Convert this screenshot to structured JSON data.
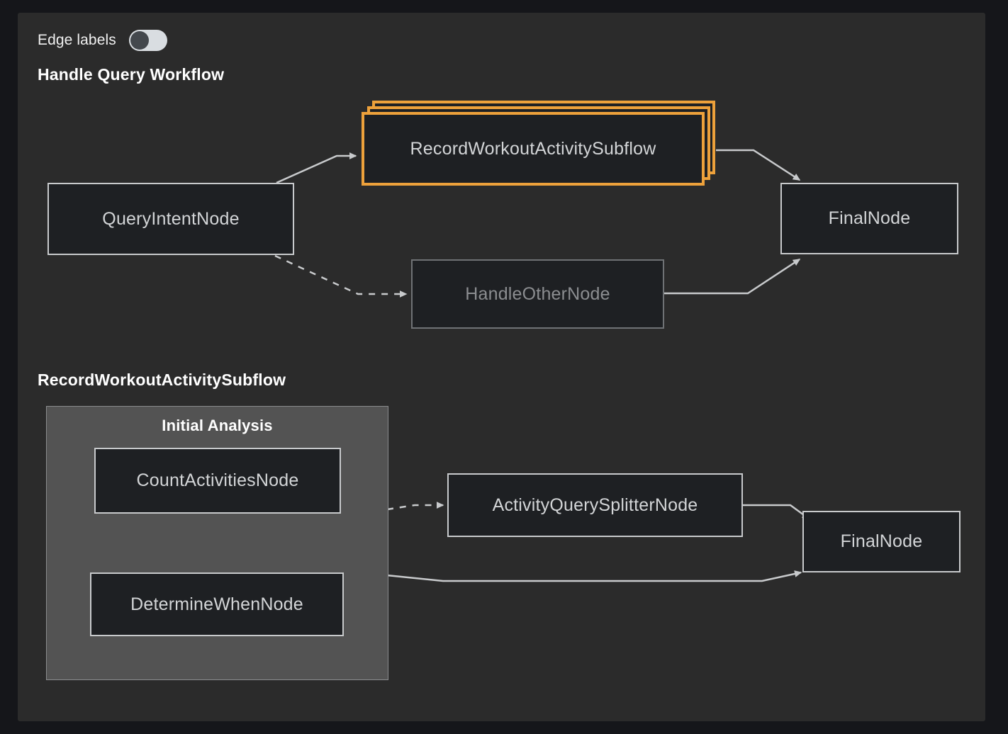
{
  "toolbar": {
    "edge_labels_label": "Edge labels",
    "edge_labels_state": "off"
  },
  "colors": {
    "page_background": "#15161a",
    "panel_background": "#2b2b2b",
    "node_fill": "#1e2023",
    "node_border": "#c8cacc",
    "node_text": "#d3d5d7",
    "node_dim_border": "#6f7275",
    "node_dim_text": "#8b8d90",
    "highlight_orange": "#eda13b",
    "cluster_fill": "#535353",
    "cluster_border": "#8a8c8e",
    "edge_stroke": "#c8cacc",
    "title_text": "#ffffff"
  },
  "sections": [
    {
      "title": "Handle Query Workflow",
      "nodes": [
        {
          "id": "query-intent-node",
          "label": "QueryIntentNode"
        },
        {
          "id": "record-workout-activity-subflow",
          "label": "RecordWorkoutActivitySubflow"
        },
        {
          "id": "handle-other-node",
          "label": "HandleOtherNode"
        },
        {
          "id": "final-node",
          "label": "FinalNode"
        }
      ],
      "edges": [
        {
          "from": "QueryIntentNode",
          "to": "RecordWorkoutActivitySubflow",
          "style": "solid"
        },
        {
          "from": "QueryIntentNode",
          "to": "HandleOtherNode",
          "style": "dashed"
        },
        {
          "from": "RecordWorkoutActivitySubflow",
          "to": "FinalNode",
          "style": "solid"
        },
        {
          "from": "HandleOtherNode",
          "to": "FinalNode",
          "style": "solid"
        }
      ]
    },
    {
      "title": "RecordWorkoutActivitySubflow",
      "cluster_label": "Initial Analysis",
      "nodes": [
        {
          "id": "count-activities-node",
          "label": "CountActivitiesNode"
        },
        {
          "id": "determine-when-node",
          "label": "DetermineWhenNode"
        },
        {
          "id": "activity-query-splitter-node",
          "label": "ActivityQuerySplitterNode"
        },
        {
          "id": "final-node",
          "label": "FinalNode"
        }
      ],
      "edges": [
        {
          "from": "CountActivitiesNode",
          "to": "ActivityQuerySplitterNode",
          "style": "dashed"
        },
        {
          "from": "ActivityQuerySplitterNode",
          "to": "FinalNode",
          "style": "solid"
        },
        {
          "from": "DetermineWhenNode",
          "to": "FinalNode",
          "style": "solid"
        }
      ]
    }
  ]
}
